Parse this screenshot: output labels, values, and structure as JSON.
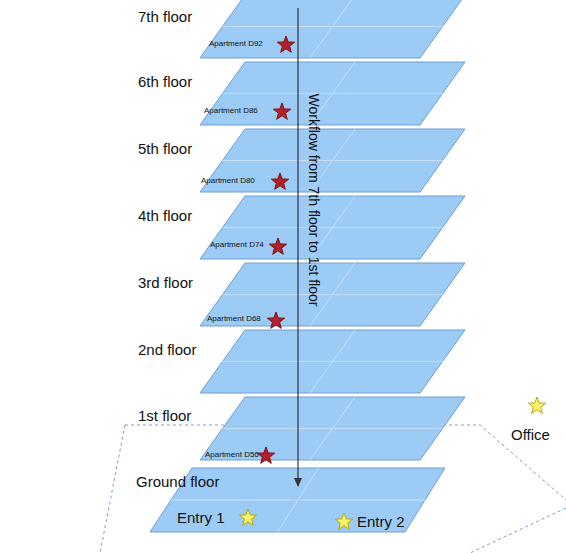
{
  "diagram": {
    "labels": [
      "7th floor",
      "Apartment D92",
      "6th floor",
      "Apartment D86",
      "5th floor",
      "Apartment D80",
      "4th floor",
      "Apartment D74",
      "3rd floor",
      "Apartment D68",
      "2nd floor",
      "1st floor",
      "Apartment D56",
      "Ground floor",
      "Entry 1",
      "Entry 2",
      "Office",
      "Workflow from 7th floor to 1st floor"
    ]
  }
}
